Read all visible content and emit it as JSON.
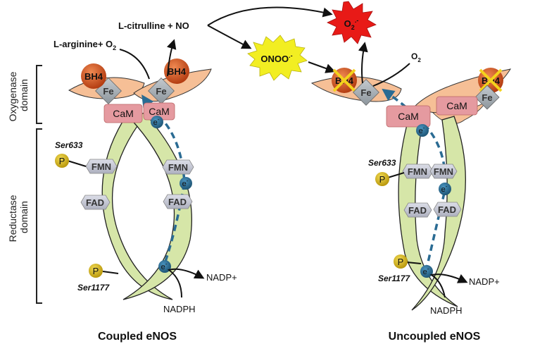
{
  "domains": {
    "oxygenase": "Oxygenase\ndomain",
    "reductase": "Reductase\ndomain"
  },
  "coupled": {
    "title": "Coupled eNOS",
    "substrate": "L-arginine+ O",
    "substrate_sub": "2",
    "product": "L-citrulline + NO",
    "bh4": "BH4",
    "fe": "Fe",
    "cam": "CaM",
    "fmn": "FMN",
    "fad": "FAD",
    "electron": "e",
    "electron_sup": "-",
    "phos": "P",
    "ser633": "Ser633",
    "ser1177": "Ser1177",
    "nadp": "NADP+",
    "nadph": "NADPH"
  },
  "uncoupled": {
    "title": "Uncoupled eNOS",
    "superoxide": "O",
    "superoxide_sub": "2",
    "superoxide_sup": ".-",
    "peroxynitrite": "ONOO",
    "peroxynitrite_sup": ".-",
    "o2": "O",
    "o2_sub": "2",
    "bh4": "BH4",
    "fe": "Fe",
    "cam": "CaM",
    "fmn": "FMN",
    "fad": "FAD",
    "electron": "e",
    "electron_sup": "-",
    "phos": "P",
    "ser633": "Ser633",
    "ser1177": "Ser1177",
    "nadp": "NADP+",
    "nadph": "NADPH"
  },
  "colors": {
    "reductase_fill": "#d6e6a8",
    "oxygenase_fill": "#f6bf96",
    "bh4_fill": "#c8471a",
    "fe_fill": "#a9b0b6",
    "cam_fill": "#e59aa0",
    "module_fill": "#c9cbd6",
    "electron_fill": "#2a6b93",
    "phos_fill": "#d7b515",
    "onoo_fill": "#f2ee22",
    "superoxide_fill": "#e81a17",
    "cross": "#f4d21c"
  }
}
